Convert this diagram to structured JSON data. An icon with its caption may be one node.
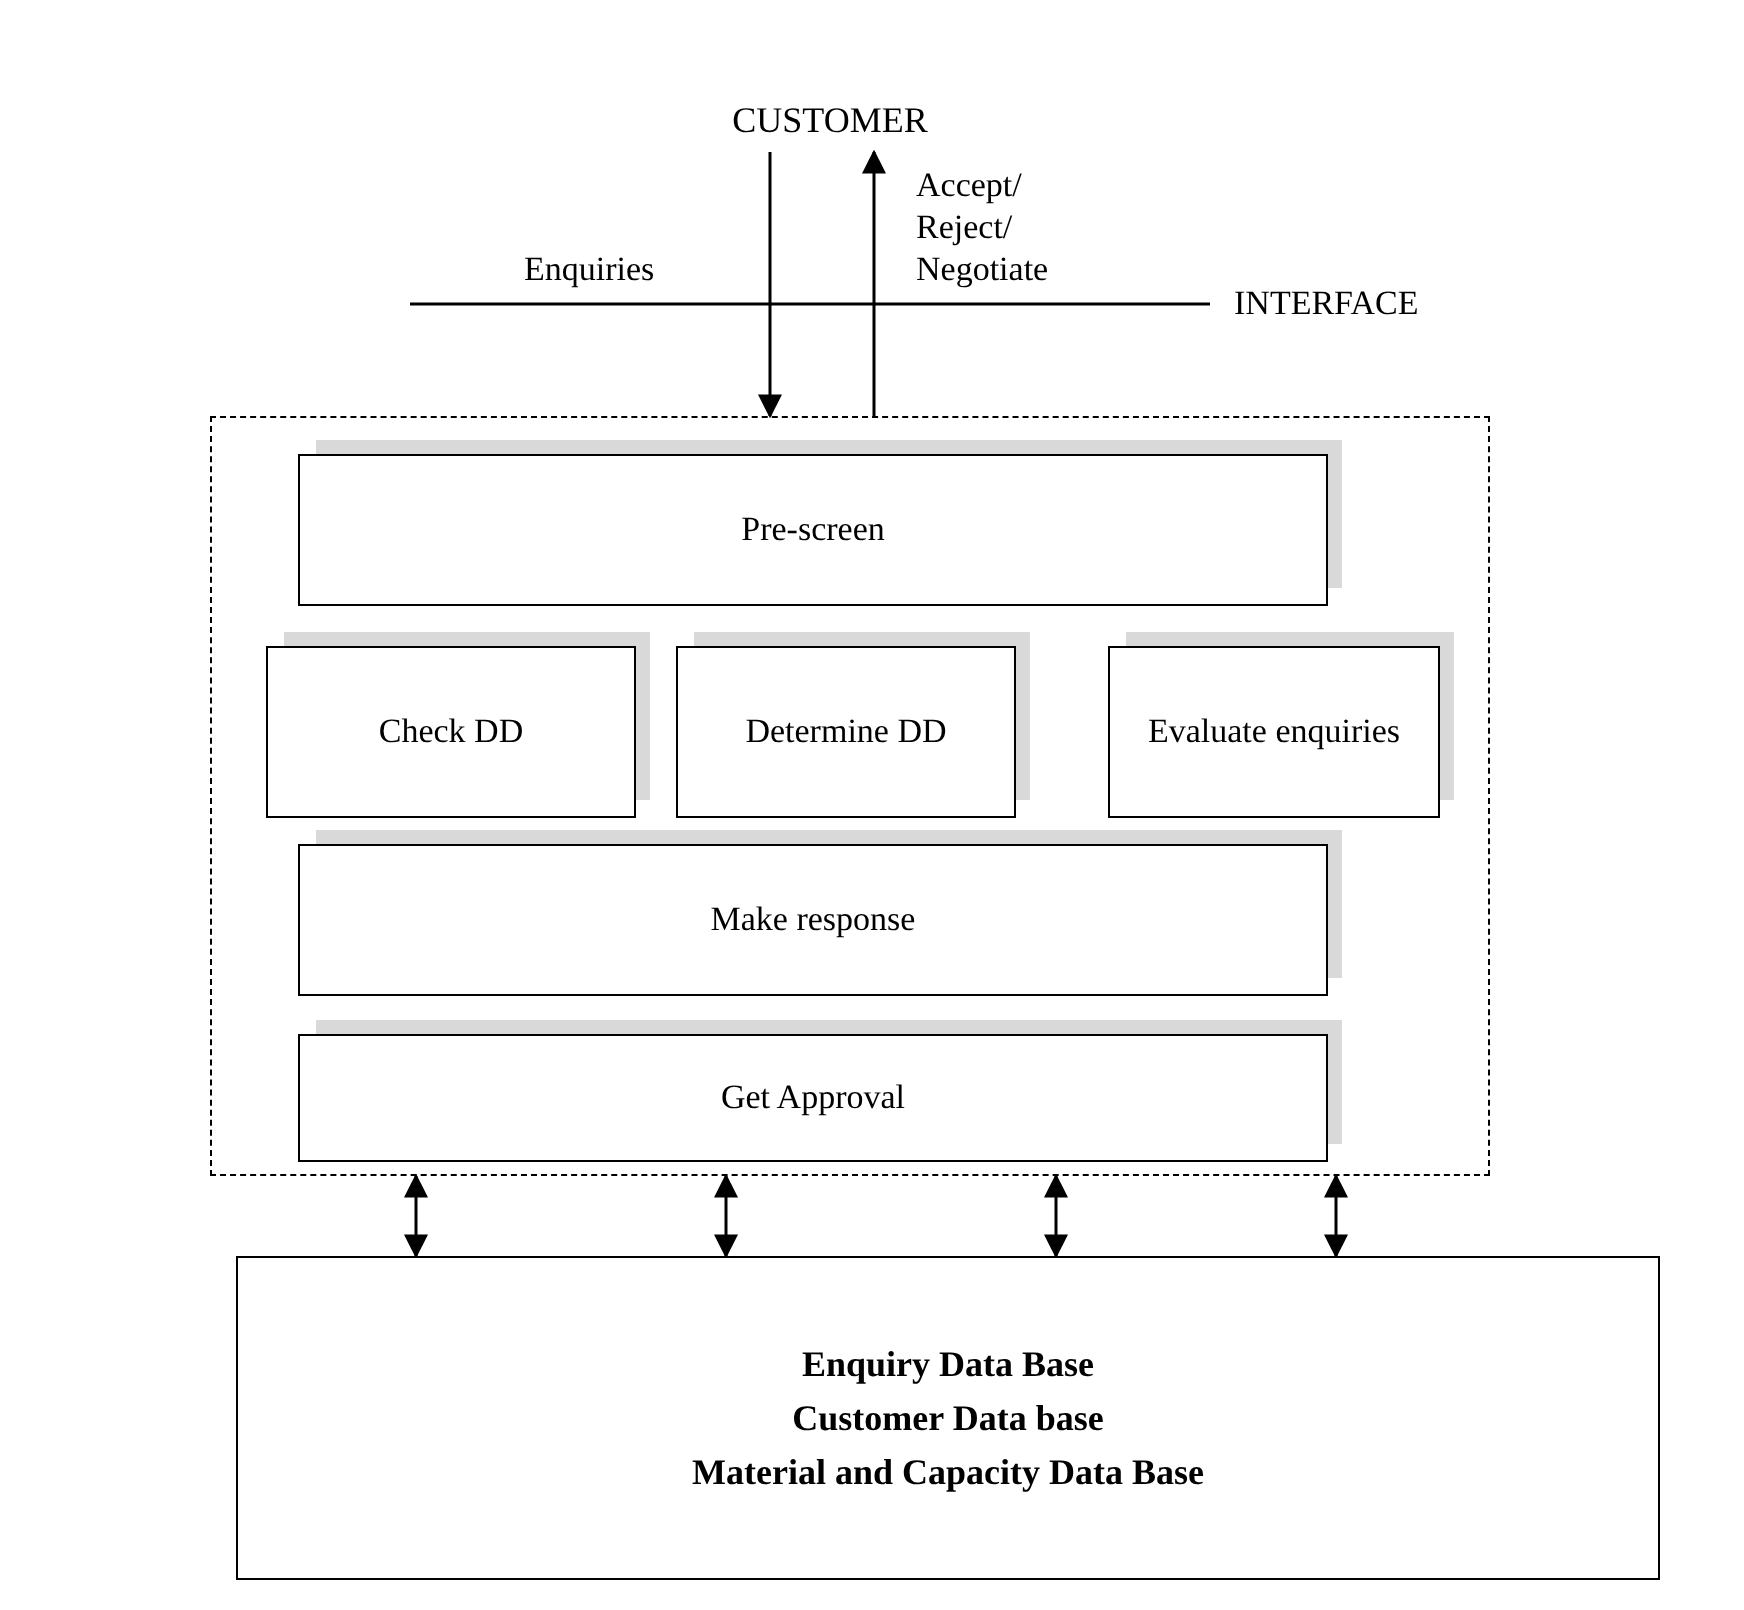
{
  "diagram": {
    "nodes": [
      {
        "text": [
          "CUSTOMER"
        ]
      },
      {
        "text": [],
        "shape": "box"
      },
      {
        "text": [
          "Pre-screen"
        ],
        "in": 1
      },
      {
        "text": [
          "Check DD"
        ],
        "in": 1
      },
      {
        "text": [
          "Determine DD"
        ],
        "in": 1
      },
      {
        "text": [
          "Evaluate enquiries"
        ],
        "in": 1
      },
      {
        "text": [
          "Make response"
        ],
        "in": 1
      },
      {
        "text": [
          "Get Approval"
        ],
        "in": 1
      },
      {
        "text": [
          "Enquiry Data Base",
          "Customer Data base",
          "Material and  Capacity Data Base"
        ]
      }
    ],
    "edges": [
      {
        "from": 0,
        "to": 1,
        "arrow": "to",
        "label": "Enquiries"
      },
      {
        "from": 1,
        "to": 0,
        "arrow": "to",
        "label": "Accept/ Reject/ Negotiate"
      },
      {
        "from": 1,
        "to": 8,
        "arrow": "both"
      },
      {
        "from": 1,
        "to": 8,
        "arrow": "both"
      },
      {
        "from": 1,
        "to": 8,
        "arrow": "both"
      },
      {
        "from": 1,
        "to": 8,
        "arrow": "both"
      }
    ],
    "labels": [
      "INTERFACE"
    ]
  }
}
